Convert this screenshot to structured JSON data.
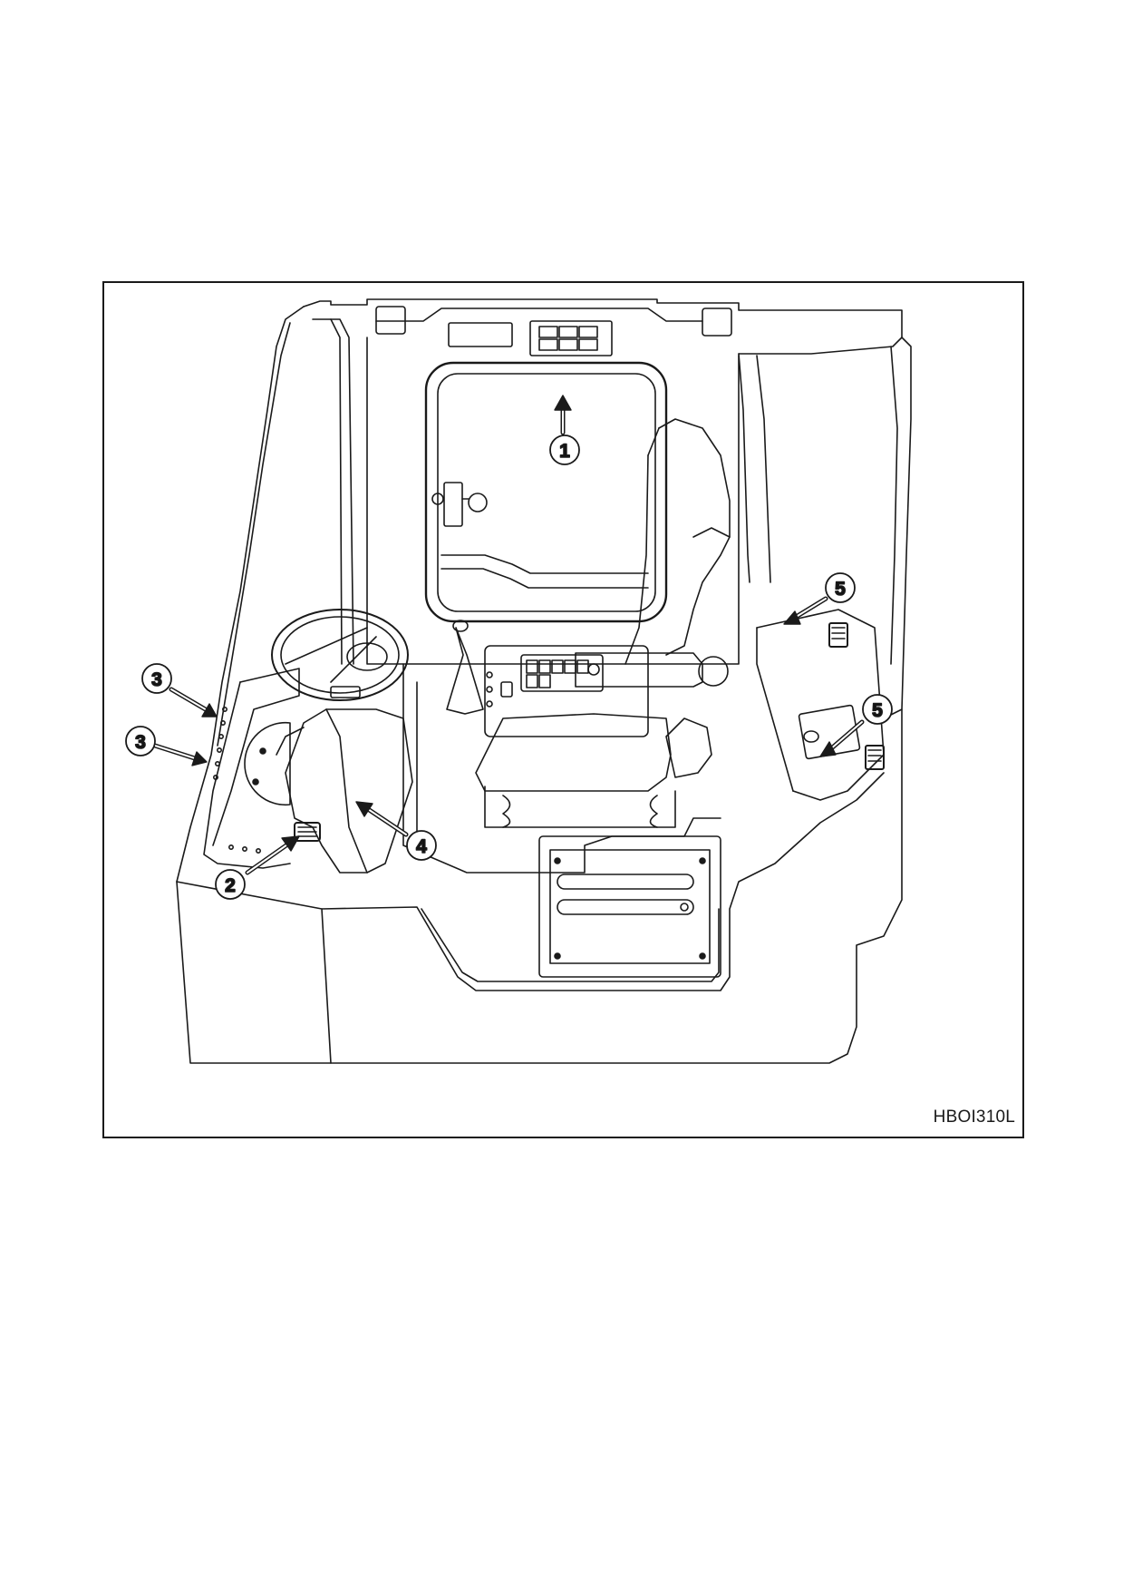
{
  "figure": {
    "code": "HBOI310L",
    "callouts": [
      "1",
      "2",
      "3",
      "3",
      "4",
      "5",
      "5"
    ]
  },
  "colors": {
    "line": "#1a1a1a",
    "background": "#ffffff"
  }
}
